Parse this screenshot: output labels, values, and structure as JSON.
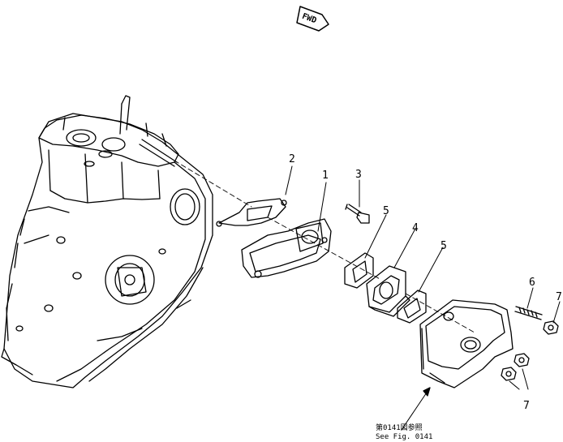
{
  "direction_label": "FWD",
  "callouts": [
    {
      "id": "c1",
      "label": "1",
      "part": "exhaust-manifold"
    },
    {
      "id": "c2",
      "label": "2",
      "part": "gasket"
    },
    {
      "id": "c3",
      "label": "3",
      "part": "bolt"
    },
    {
      "id": "c4",
      "label": "4",
      "part": "spacer"
    },
    {
      "id": "c5a",
      "label": "5",
      "part": "gasket"
    },
    {
      "id": "c5b",
      "label": "5",
      "part": "gasket"
    },
    {
      "id": "c6",
      "label": "6",
      "part": "stud"
    },
    {
      "id": "c7a",
      "label": "7",
      "part": "nut"
    },
    {
      "id": "c7b",
      "label": "7",
      "part": "nut"
    }
  ],
  "reference_note": {
    "line1": "第0141図参照",
    "line2": "See Fig. 0141"
  }
}
